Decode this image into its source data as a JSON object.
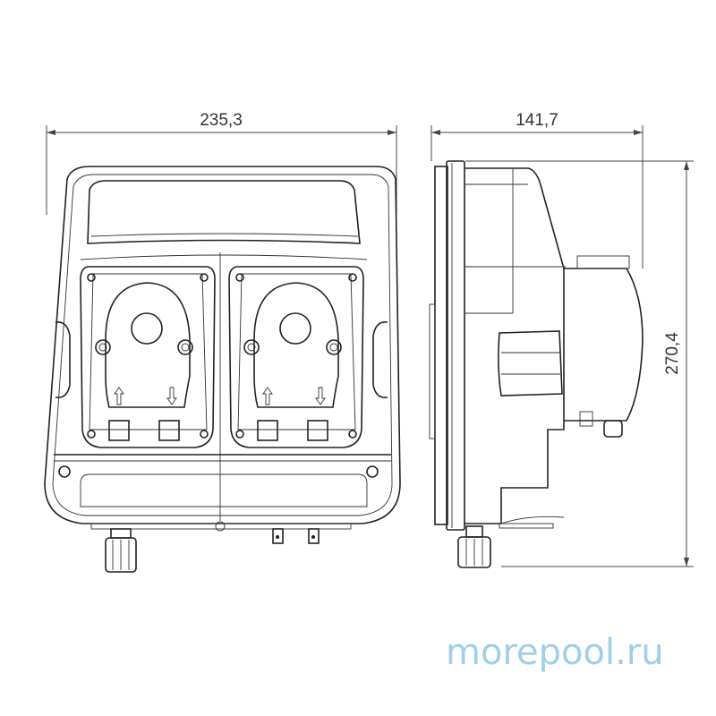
{
  "dimensions": {
    "front_width": "235,3",
    "side_depth": "141,7",
    "height": "270,4"
  },
  "watermark": {
    "text": "morepool.ru",
    "color": "#9fd0e6"
  },
  "views": [
    "front-view",
    "side-view"
  ]
}
